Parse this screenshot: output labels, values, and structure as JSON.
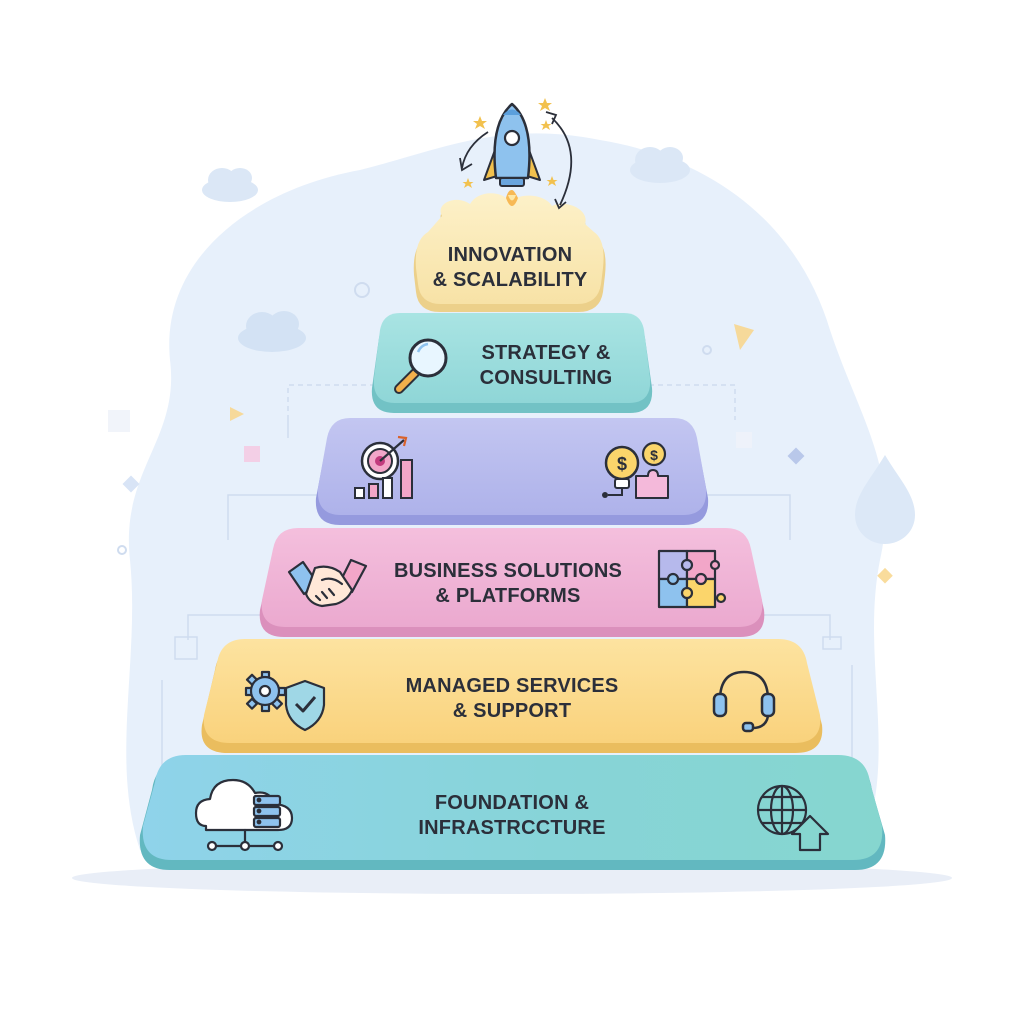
{
  "tiers": [
    {
      "id": "innovation",
      "line1": "INNOVATION",
      "line2": "& SCALABILITY",
      "colors": {
        "top": "#fdf1c9",
        "bottom": "#f7e2a6",
        "edge": "#ecd08a"
      },
      "icons": [
        "rocket-icon"
      ]
    },
    {
      "id": "strategy",
      "line1": "STRATEGY &",
      "line2": "CONSULTING",
      "colors": {
        "top": "#a9e4e3",
        "bottom": "#8fd6d7",
        "edge": "#72c2c5"
      },
      "icons": [
        "magnifier-icon"
      ]
    },
    {
      "id": "growth",
      "line1": "",
      "line2": "",
      "colors": {
        "top": "#c3c6f1",
        "bottom": "#aeb2ea",
        "edge": "#959ade"
      },
      "icons": [
        "target-growth-chart-icon",
        "idea-money-puzzle-icon"
      ]
    },
    {
      "id": "business",
      "line1": "BUSINESS SOLUTIONS",
      "line2": "& PLATFORMS",
      "colors": {
        "top": "#f4bfdd",
        "bottom": "#eba9cf",
        "edge": "#db90bc"
      },
      "icons": [
        "handshake-icon",
        "puzzle-icon"
      ]
    },
    {
      "id": "managed",
      "line1": "MANAGED SERVICES",
      "line2": "& SUPPORT",
      "colors": {
        "top": "#fde3a0",
        "bottom": "#f9d27c",
        "edge": "#eabd5e"
      },
      "icons": [
        "gear-shield-icon",
        "headset-icon"
      ]
    },
    {
      "id": "foundation",
      "line1": "FOUNDATION &",
      "line2": "INFRASTRCCTURE",
      "colors": {
        "top": "#8fd3ea",
        "bottom": "#86d6cf",
        "edge": "#62b8c0"
      },
      "icons": [
        "cloud-server-icon",
        "globe-upload-icon"
      ]
    }
  ],
  "palette": {
    "blob": "#e7f0fb",
    "line": "#cfdcef",
    "ink": "#2b2f3a",
    "star": "#f2c14e"
  }
}
